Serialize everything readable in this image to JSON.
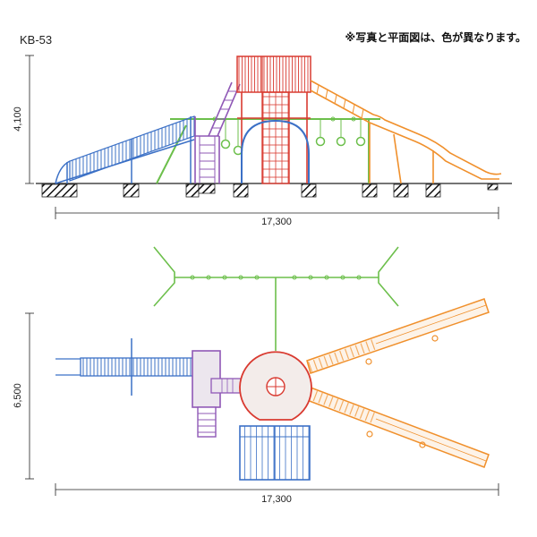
{
  "model": "KB-53",
  "note": "※写真と平面図は、色が異なります。",
  "elevation": {
    "height_label": "4,100",
    "width_label": "17,300"
  },
  "plan": {
    "depth_label": "6,500",
    "width_label": "17,300"
  },
  "colors": {
    "red": "#d93a30",
    "purple": "#8f58b6",
    "blue": "#3b70c6",
    "green": "#6cbf4b",
    "orange": "#f0902c"
  }
}
